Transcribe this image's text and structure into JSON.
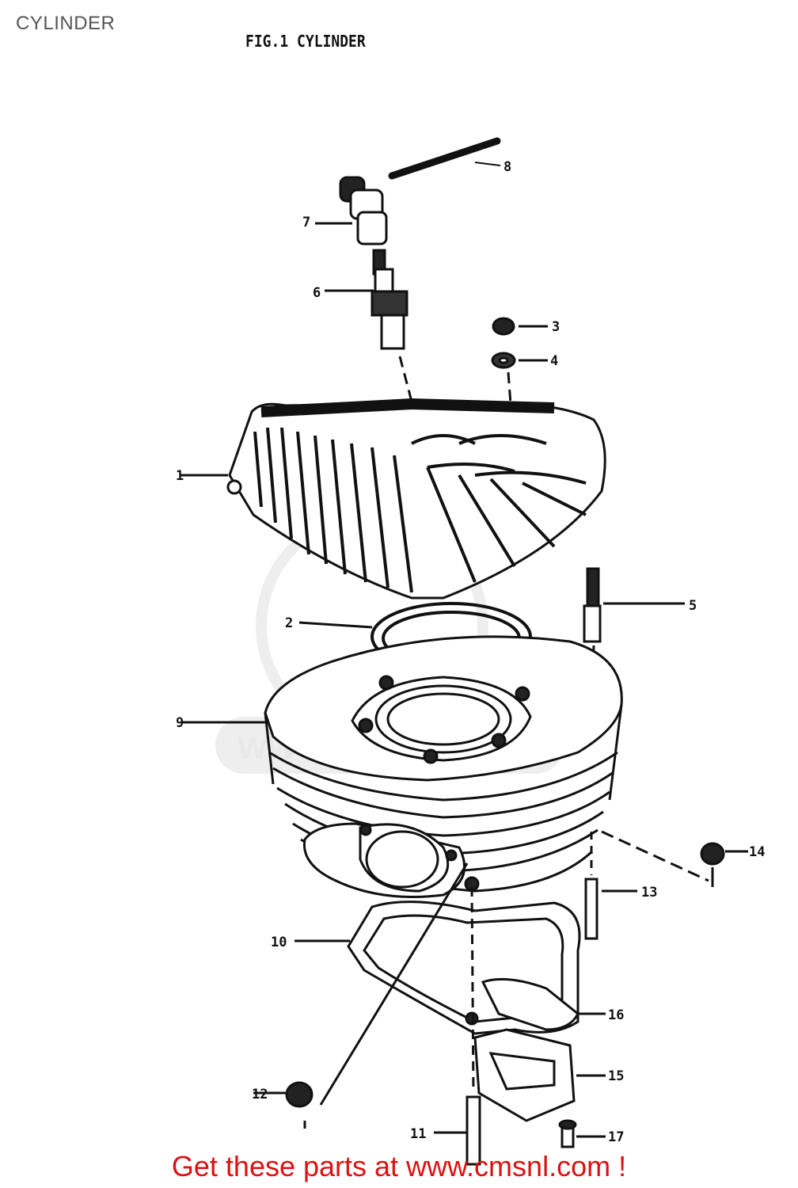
{
  "header": {
    "page_title": "CYLINDER",
    "figure_title": "FIG.1  CYLINDER"
  },
  "watermark": {
    "text": "WWW.CMSNL.COM"
  },
  "callouts": [
    {
      "id": "1",
      "label": "1"
    },
    {
      "id": "2",
      "label": "2"
    },
    {
      "id": "3",
      "label": "3"
    },
    {
      "id": "4",
      "label": "4"
    },
    {
      "id": "5",
      "label": "5"
    },
    {
      "id": "6",
      "label": "6"
    },
    {
      "id": "7",
      "label": "7"
    },
    {
      "id": "8",
      "label": "8"
    },
    {
      "id": "9",
      "label": "9"
    },
    {
      "id": "10",
      "label": "10"
    },
    {
      "id": "11",
      "label": "11"
    },
    {
      "id": "12",
      "label": "12"
    },
    {
      "id": "13",
      "label": "13"
    },
    {
      "id": "14",
      "label": "14"
    },
    {
      "id": "15",
      "label": "15"
    },
    {
      "id": "16",
      "label": "16"
    },
    {
      "id": "17",
      "label": "17"
    }
  ],
  "footer": {
    "text": "Get these parts at www.cmsnl.com !"
  },
  "colors": {
    "footer": "#dd1111",
    "line": "#111111",
    "watermark": "#e6e6e6"
  }
}
